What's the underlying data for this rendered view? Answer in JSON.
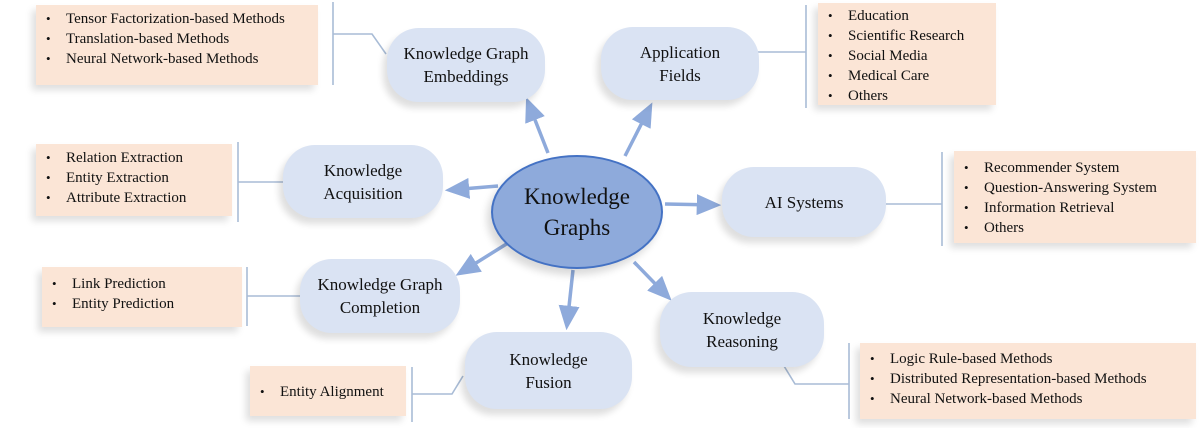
{
  "center": {
    "label": "Knowledge\nGraphs"
  },
  "branches": [
    {
      "id": "kge",
      "label": "Knowledge Graph\nEmbeddings",
      "items": [
        "Tensor Factorization-based Methods",
        "Translation-based Methods",
        "Neural Network-based Methods"
      ]
    },
    {
      "id": "app",
      "label": "Application\nFields",
      "items": [
        "Education",
        "Scientific Research",
        "Social Media",
        "Medical Care",
        "Others"
      ]
    },
    {
      "id": "acq",
      "label": "Knowledge\nAcquisition",
      "items": [
        "Relation Extraction",
        "Entity Extraction",
        "Attribute Extraction"
      ]
    },
    {
      "id": "ai",
      "label": "AI  Systems",
      "items": [
        "Recommender System",
        "Question-Answering System",
        "Information Retrieval",
        "Others"
      ]
    },
    {
      "id": "kgc",
      "label": "Knowledge Graph\nCompletion",
      "items": [
        "Link Prediction",
        "Entity Prediction"
      ]
    },
    {
      "id": "fus",
      "label": "Knowledge\nFusion",
      "items": [
        "Entity Alignment"
      ]
    },
    {
      "id": "rea",
      "label": "Knowledge\nReasoning",
      "items": [
        "Logic Rule-based Methods",
        "Distributed Representation-based Methods",
        "Neural Network-based Methods"
      ]
    }
  ],
  "colors": {
    "hub_fill": "#8eaadb",
    "hub_border": "#4472c4",
    "pill_fill": "#dae3f3",
    "box_fill": "#fbe5d6",
    "arrow": "#8eaadb",
    "bracket": "#a9bcd6"
  }
}
